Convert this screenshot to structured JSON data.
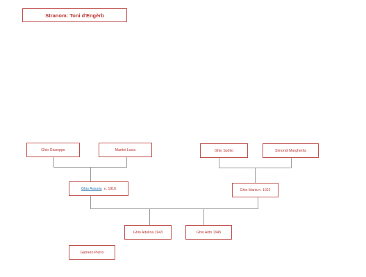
{
  "title": "Stranom: Toni d'Engèrb",
  "people": {
    "paternal_grandfather": "Ghio Giuseppe",
    "paternal_grandmother": "Martini Lucia",
    "maternal_grandfather": "Ghio Spirito",
    "maternal_grandmother": "Simondi Margherita",
    "father_name": "Ghio Antonio",
    "father_birth": "n. 1916",
    "mother": "Ghio Maria n. 1922",
    "child_1": "Ghio Adelina 1943",
    "child_2": "Ghio Aldo 1945",
    "spouse": "Gamero Pietro"
  }
}
